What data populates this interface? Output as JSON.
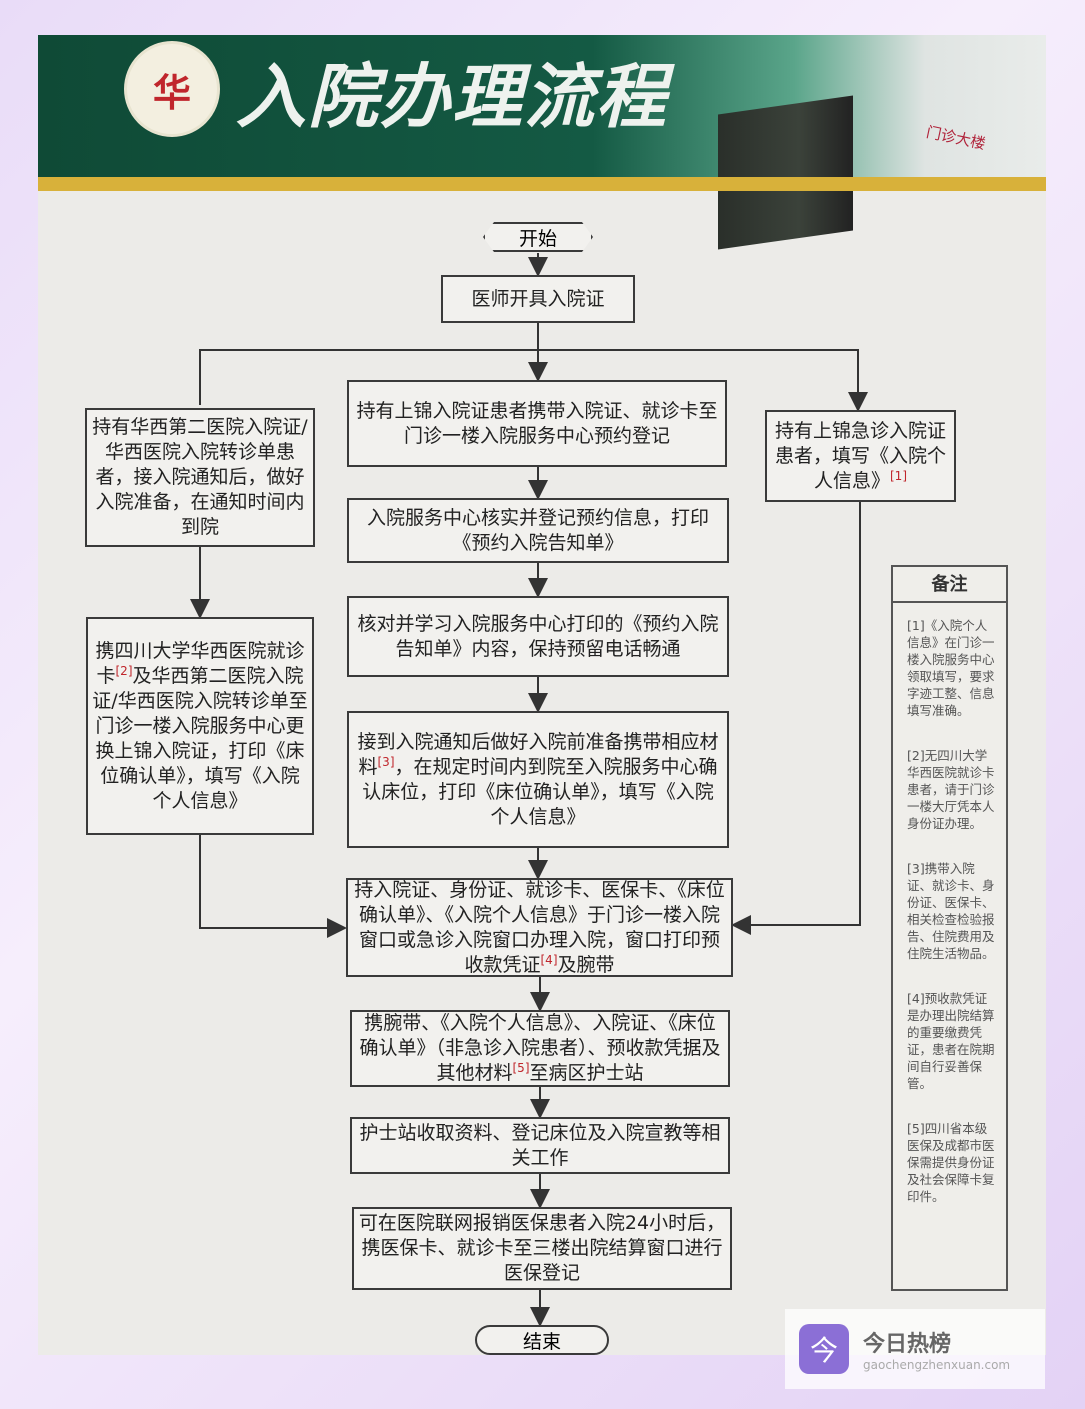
{
  "header": {
    "title": "入院办理流程",
    "seal_text": "华",
    "brand": "门诊大楼"
  },
  "flow": {
    "start": "开始",
    "doctor": "医师开具入院证",
    "left1": "持有华西第二医院入院证/华西医院入院转诊单患者，接入院通知后，做好入院准备，在通知时间内到院",
    "left2a": "携四川大学华西医院就诊卡",
    "left2_ref": "[2]",
    "left2b": "及华西第二医院入院证/华西医院入院转诊单至门诊一楼入院服务中心更换上锦入院证，打印《床位确认单》，填写《入院个人信息》",
    "mid1": "持有上锦入院证患者携带入院证、就诊卡至门诊一楼入院服务中心预约登记",
    "right1": "持有上锦急诊入院证患者，填写《入院个人信息》",
    "right1_ref": "[1]",
    "mid2": "入院服务中心核实并登记预约信息，打印《预约入院告知单》",
    "mid3": "核对并学习入院服务中心打印的《预约入院告知单》内容，保持预留电话畅通",
    "mid4a": "接到入院通知后做好入院前准备携带相应材料",
    "mid4_ref": "[3]",
    "mid4b": "，在规定时间内到院至入院服务中心确认床位，打印《床位确认单》，填写《入院个人信息》",
    "mid5a": "持入院证、身份证、就诊卡、医保卡、《床位确认单》、《入院个人信息》于门诊一楼入院窗口或急诊入院窗口办理入院，窗口打印预收款凭证",
    "mid5_ref": "[4]",
    "mid5b": "及腕带",
    "mid6a": "携腕带、《入院个人信息》、入院证、《床位确认单》（非急诊入院患者）、预收款凭据及其他材料",
    "mid6_ref": "[5]",
    "mid6b": "至病区护士站",
    "mid7": "护士站收取资料、登记床位及入院宣教等相关工作",
    "mid8": "可在医院联网报销医保患者入院24小时后，携医保卡、就诊卡至三楼出院结算窗口进行医保登记",
    "end": "结束"
  },
  "notes": {
    "title": "备注",
    "items": [
      "[1]《入院个人信息》在门诊一楼入院服务中心领取填写，要求字迹工整、信息填写准确。",
      "[2]无四川大学华西医院就诊卡患者，请于门诊一楼大厅凭本人身份证办理。",
      "[3]携带入院证、就诊卡、身份证、医保卡、相关检查检验报告、住院费用及住院生活物品。",
      "[4]预收款凭证是办理出院结算的重要缴费凭证，患者在院期间自行妥善保管。",
      "[5]四川省本级医保及成都市医保需提供身份证及社会保障卡复印件。"
    ]
  },
  "watermark": {
    "icon": "今",
    "name": "今日热榜",
    "url": "gaochengzhenxuan.com"
  }
}
